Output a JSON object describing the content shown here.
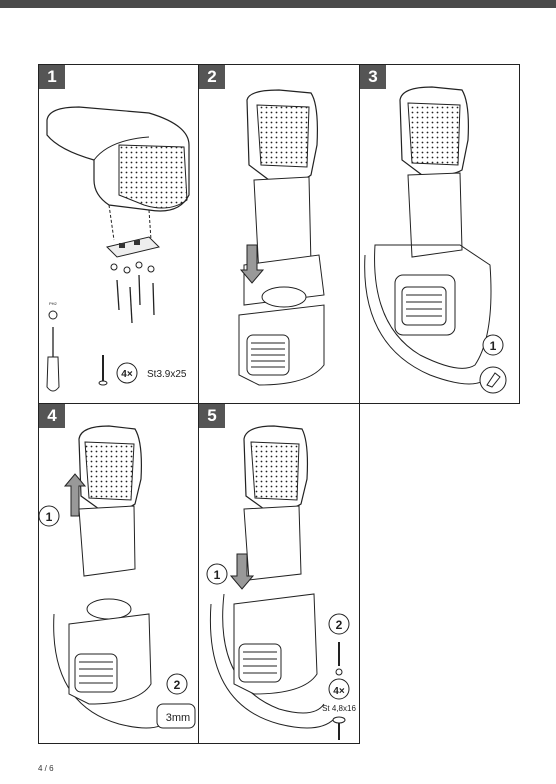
{
  "page": {
    "number": "4 / 6"
  },
  "steps": [
    {
      "number": "1",
      "screw_count": "4×",
      "screw_spec": "St3.9x25",
      "tool": "PH2"
    },
    {
      "number": "2"
    },
    {
      "number": "3",
      "callout": "1"
    },
    {
      "number": "4",
      "callout_a": "1",
      "callout_b": "2",
      "drill": "3mm"
    },
    {
      "number": "5",
      "callout_a": "1",
      "callout_b": "2",
      "screw_count": "4×",
      "screw_spec": "St 4,8x16"
    }
  ]
}
